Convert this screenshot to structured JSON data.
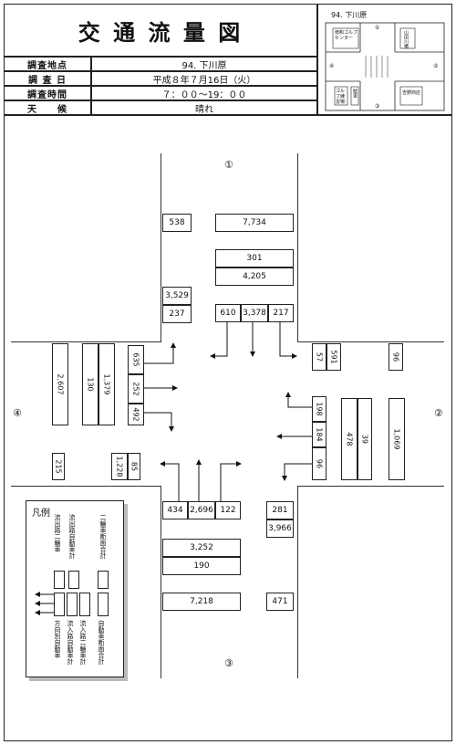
{
  "header": {
    "title": "交 通 流 量 図",
    "rows": [
      {
        "label": "調査地点",
        "value": "94. 下川原"
      },
      {
        "label": "調 査 日",
        "value": "平成８年７月16日（火）"
      },
      {
        "label": "調査時間",
        "value": "７：００～19：００"
      },
      {
        "label": "天　　候",
        "value": "晴れ"
      }
    ]
  },
  "map": {
    "title": "94. 下川原",
    "labels": [
      "徳和ゴルフセンター",
      "山田川橋",
      "ゴルフ練習場",
      "駐車",
      "吉野商店"
    ],
    "nums": [
      "①",
      "②",
      "③",
      "④"
    ]
  },
  "approaches": [
    "①",
    "②",
    "③",
    "④"
  ],
  "north": {
    "v538": "538",
    "v7734": "7,734",
    "v301": "301",
    "v4205": "4,205",
    "v3529": "3,529",
    "v237": "237",
    "v610": "610",
    "v3378": "3,378",
    "v217": "217"
  },
  "east": {
    "v57": "57",
    "v591": "591",
    "v96a": "96",
    "v198": "198",
    "v184": "184",
    "v96b": "96",
    "v478": "478",
    "v39": "39",
    "v1069": "1,069"
  },
  "west": {
    "v2607": "2,607",
    "v130": "130",
    "v1379": "1,379",
    "v635": "635",
    "v252": "252",
    "v492": "492",
    "v215": "215",
    "v1228": "1,228",
    "v85": "85"
  },
  "south": {
    "v434": "434",
    "v2696": "2,696",
    "v122": "122",
    "v281": "281",
    "v3966": "3,966",
    "v3252": "3,252",
    "v190": "190",
    "v7218": "7,218",
    "v471": "471"
  },
  "legend": {
    "title": "凡例",
    "out_moto": "流出路二輪車",
    "out_car": "流出路自動車計",
    "cross_moto": "二輪車断面合計",
    "dir_car": "方向別自動車",
    "in_car": "流入路自動車計",
    "in_moto": "流入路二輪車計",
    "cross_car": "自動車断面合計"
  }
}
